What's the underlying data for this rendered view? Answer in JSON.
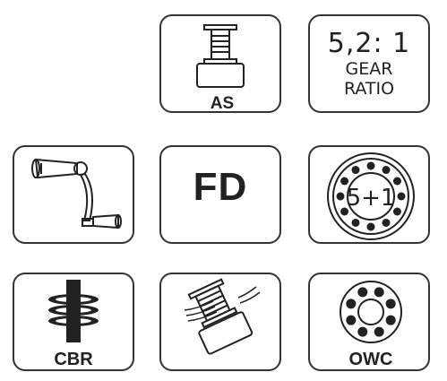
{
  "icons": {
    "anti_slip": {
      "icon": "anti-slip-spool-icon",
      "label": "AS"
    },
    "gear_ratio": {
      "icon": "gear-ratio-icon",
      "ratio": "5,2: 1",
      "line1": "GEAR",
      "line2": "RATIO"
    },
    "handle": {
      "icon": "folding-handle-icon"
    },
    "front_drag": {
      "icon": "front-drag-icon",
      "label": "FD"
    },
    "bearings": {
      "icon": "ball-bearings-icon",
      "label": "5+1"
    },
    "cbr": {
      "icon": "cbr-icon",
      "label": "CBR"
    },
    "spool": {
      "icon": "line-spool-icon"
    },
    "owc": {
      "icon": "one-way-clutch-icon",
      "label": "OWC"
    }
  },
  "colors": {
    "stroke": "#333333",
    "fill": "#222222",
    "background": "#ffffff"
  }
}
